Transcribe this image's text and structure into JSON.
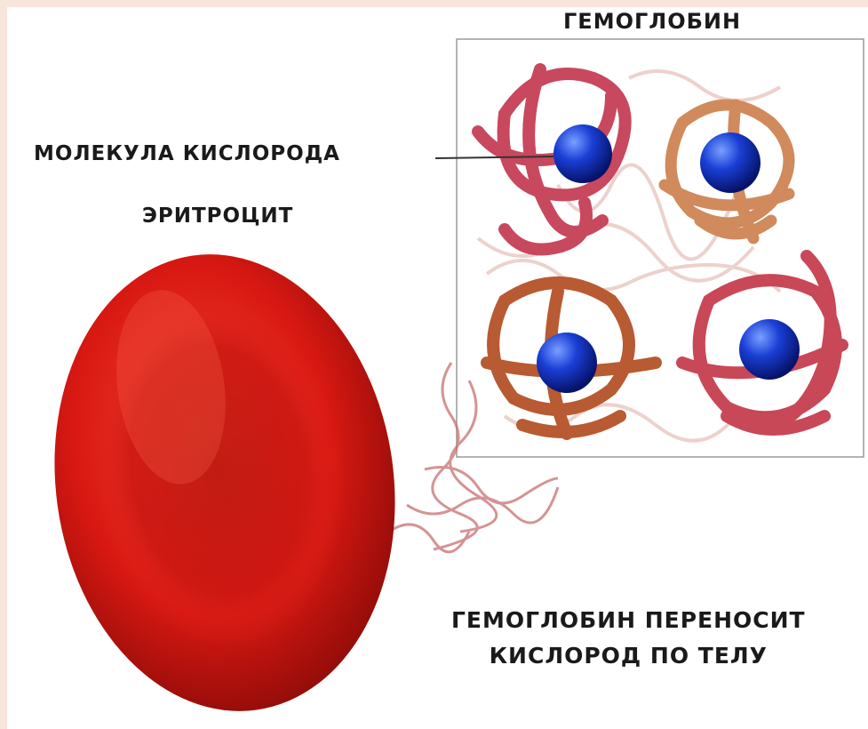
{
  "labels": {
    "hemoglobin": "ГЕМОГЛОБИН",
    "oxygen_molecule": "МОЛЕКУЛА КИСЛОРОДА",
    "erythrocyte": "ЭРИТРОЦИТ",
    "caption_line1": "ГЕМОГЛОБИН ПЕРЕНОСИТ",
    "caption_line2": "КИСЛОРОД ПО ТЕЛУ"
  },
  "colors": {
    "background": "#f7e6dc",
    "erythrocyte": "#d81812",
    "oxygen": "#1a3fd6",
    "protein_chain_pink": "#c8485e",
    "protein_chain_orange": "#c8703e"
  }
}
